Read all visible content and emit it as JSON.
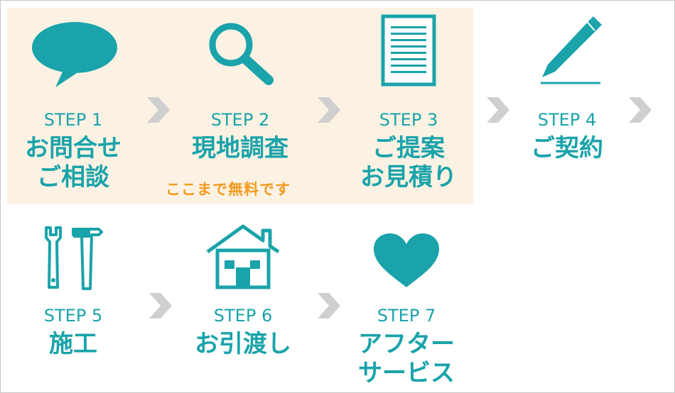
{
  "free_note": "ここまで無料です",
  "steps": [
    {
      "number": "STEP 1",
      "title_lines": [
        "お問合せ",
        "ご相談"
      ],
      "icon": "speech-bubble-icon"
    },
    {
      "number": "STEP 2",
      "title_lines": [
        "現地調査"
      ],
      "icon": "magnifier-icon"
    },
    {
      "number": "STEP 3",
      "title_lines": [
        "ご提案",
        "お見積り"
      ],
      "icon": "document-icon"
    },
    {
      "number": "STEP 4",
      "title_lines": [
        "ご契約"
      ],
      "icon": "pen-icon"
    },
    {
      "number": "STEP 5",
      "title_lines": [
        "施工"
      ],
      "icon": "tools-icon"
    },
    {
      "number": "STEP 6",
      "title_lines": [
        "お引渡し"
      ],
      "icon": "house-icon"
    },
    {
      "number": "STEP 7",
      "title_lines": [
        "アフター",
        "サービス"
      ],
      "icon": "heart-icon"
    }
  ],
  "colors": {
    "accent": "#1aa3aa",
    "free_zone_bg": "#fcf2e4",
    "free_note": "#f39a1e",
    "arrow": "#cfcfcf",
    "border": "#c8c8c8"
  }
}
